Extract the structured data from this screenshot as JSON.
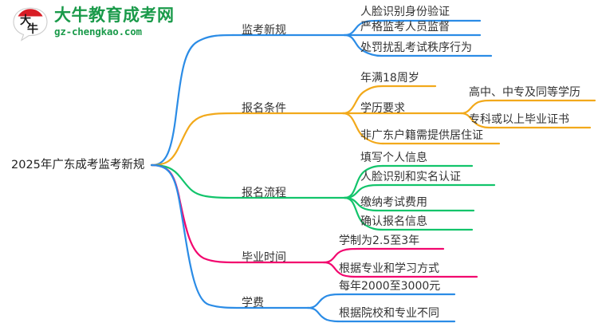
{
  "logo": {
    "mark_text": "大牛",
    "brand_cn": "大牛教育成考网",
    "brand_en": "gz-chengkao.com",
    "brand_color": "#1a9a4a",
    "mark_accent_color": "#d81e26"
  },
  "mindmap": {
    "root": {
      "label": "2025年广东成考监考新规"
    },
    "branches": [
      {
        "label": "监考新规",
        "color": "#2b8ce6",
        "children": [
          {
            "label": "人脸识别身份验证"
          },
          {
            "label": "严格监考人员监督"
          },
          {
            "label": "处罚扰乱考试秩序行为"
          }
        ]
      },
      {
        "label": "报名条件",
        "color": "#f2a91b",
        "children": [
          {
            "label": "年满18周岁"
          },
          {
            "label": "学历要求",
            "children": [
              {
                "label": "高中、中专及同等学历"
              },
              {
                "label": "专科或以上毕业证书"
              }
            ]
          },
          {
            "label": "非广东户籍需提供居住证"
          }
        ]
      },
      {
        "label": "报名流程",
        "color": "#12c46b",
        "children": [
          {
            "label": "填写个人信息"
          },
          {
            "label": "人脸识别和实名认证"
          },
          {
            "label": "缴纳考试费用"
          },
          {
            "label": "确认报名信息"
          }
        ]
      },
      {
        "label": "毕业时间",
        "color": "#f2066e",
        "children": [
          {
            "label": "学制为2.5至3年"
          },
          {
            "label": "根据专业和学习方式"
          }
        ]
      },
      {
        "label": "学费",
        "color": "#2b8ce6",
        "children": [
          {
            "label": "每年2000至3000元"
          },
          {
            "label": "根据院校和专业不同"
          }
        ]
      }
    ]
  }
}
